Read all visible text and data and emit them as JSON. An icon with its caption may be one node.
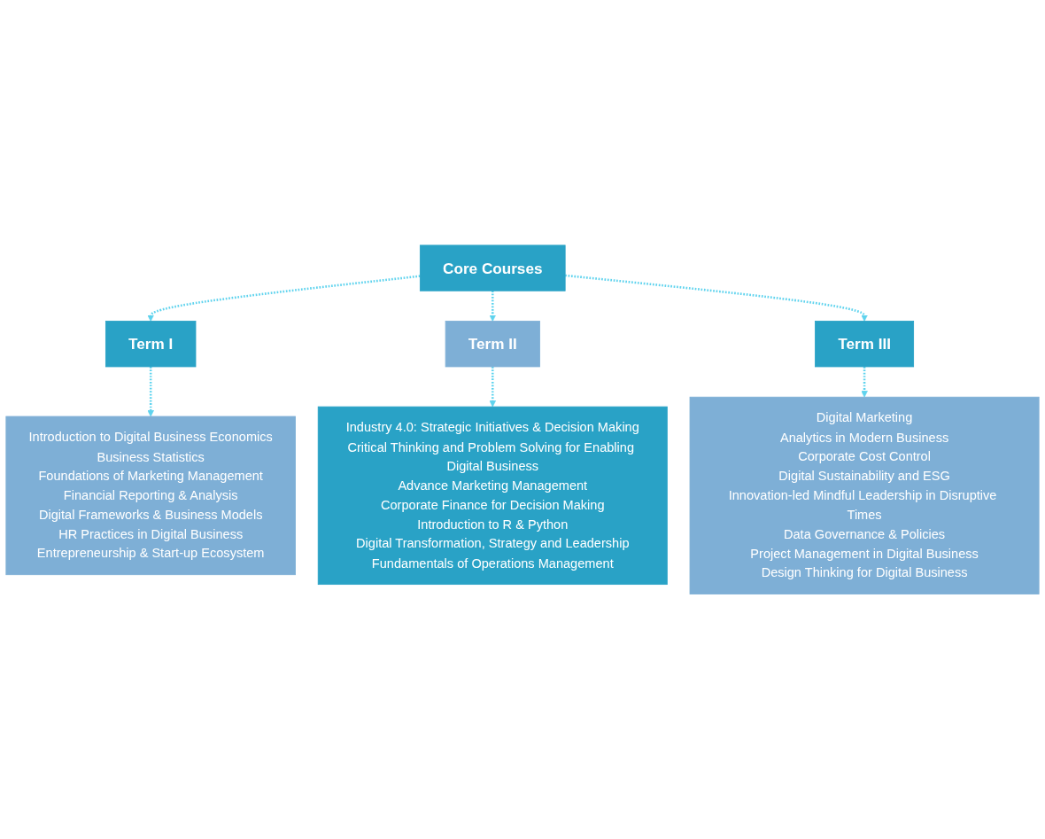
{
  "diagram": {
    "nodes": [
      {
        "text": [
          "Core Courses"
        ]
      },
      {
        "text": [
          "Term I"
        ]
      },
      {
        "text": [
          "Term II"
        ]
      },
      {
        "text": [
          "Term III"
        ]
      },
      {
        "text": [
          "Introduction to Digital Business Economics",
          "Business Statistics",
          "Foundations of Marketing Management",
          "Financial Reporting & Analysis",
          "Digital Frameworks & Business Models",
          "HR Practices in Digital Business",
          "Entrepreneurship & Start-up Ecosystem"
        ]
      },
      {
        "text": [
          "Industry 4.0: Strategic Initiatives & Decision Making",
          "Critical Thinking and Problem Solving for Enabling Digital Business",
          "Advance Marketing Management",
          "Corporate Finance for Decision Making",
          "Introduction to R & Python",
          "Digital Transformation, Strategy and Leadership",
          "Fundamentals of Operations Management"
        ]
      },
      {
        "text": [
          "Digital Marketing",
          "Analytics in Modern Business",
          "Corporate Cost Control",
          "Digital Sustainability and ESG",
          "Innovation-led Mindful Leadership in Disruptive Times",
          "Data Governance & Policies",
          "Project Management in Digital Business",
          "Design Thinking for Digital Business"
        ]
      }
    ],
    "edges": [
      {
        "from": 0,
        "to": 1,
        "arrow": "to",
        "style": "dashed",
        "color": "#5fd3ee"
      },
      {
        "from": 0,
        "to": 2,
        "arrow": "to",
        "style": "dashed",
        "color": "#5fd3ee"
      },
      {
        "from": 0,
        "to": 3,
        "arrow": "to",
        "style": "dashed",
        "color": "#5fd3ee"
      },
      {
        "from": 1,
        "to": 4,
        "arrow": "to",
        "style": "dashed",
        "color": "#5fd3ee"
      },
      {
        "from": 2,
        "to": 5,
        "arrow": "to",
        "style": "dashed",
        "color": "#5fd3ee"
      },
      {
        "from": 3,
        "to": 6,
        "arrow": "to",
        "style": "dashed",
        "color": "#5fd3ee"
      }
    ]
  }
}
